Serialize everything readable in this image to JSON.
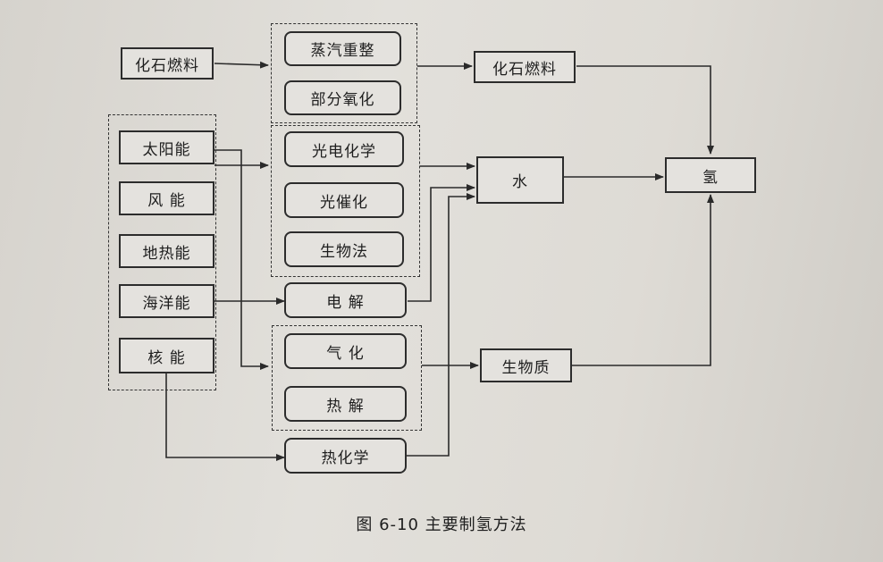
{
  "figure": {
    "caption": "图 6-10  主要制氢方法"
  },
  "sources": {
    "fossil": "化石燃料",
    "solar": "太阳能",
    "wind": "风 能",
    "geothermal": "地热能",
    "ocean": "海洋能",
    "nuclear": "核 能"
  },
  "processes": {
    "steam_reforming": "蒸汽重整",
    "partial_oxidation": "部分氧化",
    "photoelectrochemical": "光电化学",
    "photocatalysis": "光催化",
    "biological": "生物法",
    "electrolysis": "电 解",
    "gasification": "气 化",
    "pyrolysis": "热 解",
    "thermochemical": "热化学"
  },
  "intermediates": {
    "fossil_fuel": "化石燃料",
    "water": "水",
    "biomass": "生物质"
  },
  "product": {
    "hydrogen": "氢"
  }
}
